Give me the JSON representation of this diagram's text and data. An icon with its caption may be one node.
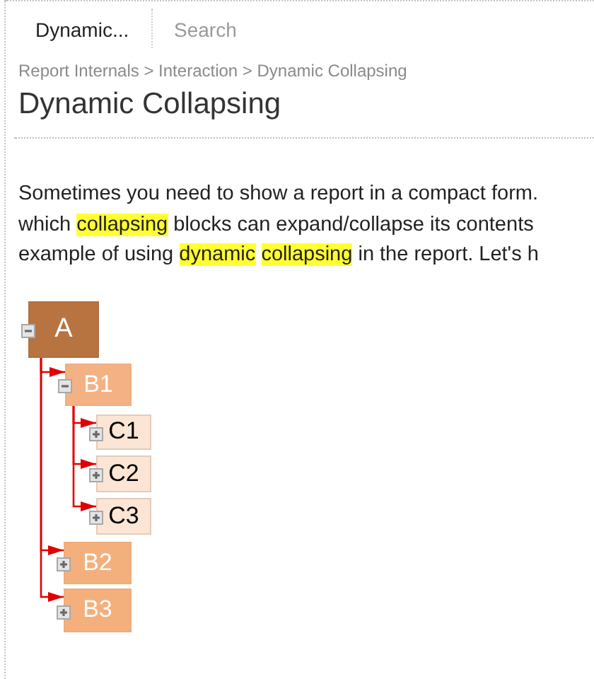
{
  "diagram": {
    "title": "Dynamic Collapsing",
    "nodes": [
      {
        "text": [
          "A"
        ]
      },
      {
        "text": [
          "B1"
        ]
      },
      {
        "text": [
          "C1"
        ]
      },
      {
        "text": [
          "C2"
        ]
      },
      {
        "text": [
          "C3"
        ]
      },
      {
        "text": [
          "B2"
        ]
      },
      {
        "text": [
          "B3"
        ]
      }
    ],
    "edges": [
      {
        "from": 0,
        "to": 1,
        "arrow": "to"
      },
      {
        "from": 1,
        "to": 2,
        "arrow": "to"
      },
      {
        "from": 1,
        "to": 3,
        "arrow": "to"
      },
      {
        "from": 1,
        "to": 4,
        "arrow": "to"
      },
      {
        "from": 0,
        "to": 5,
        "arrow": "to"
      },
      {
        "from": 0,
        "to": 6,
        "arrow": "to"
      }
    ],
    "labels": [
      "Dynamic...",
      "Search",
      "Report Internals > Interaction > Dynamic Collapsing",
      "Sometimes you need to show a report in a compact form. which collapsing blocks can expand/collapse its contents example of using dynamic collapsing in the report. Let's h"
    ]
  }
}
